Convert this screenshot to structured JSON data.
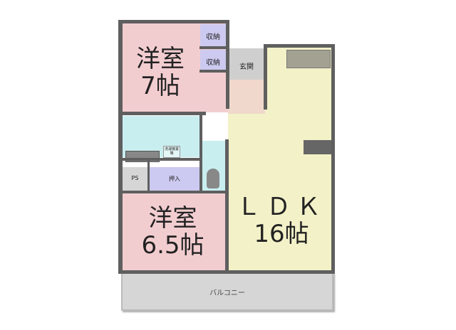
{
  "rooms": {
    "bedroom1": {
      "name": "洋室",
      "size": "7帖"
    },
    "closet1": "収納",
    "closet2": "収納",
    "entrance": "玄関",
    "ldk": {
      "name": "ＬＤＫ",
      "size": "16帖"
    },
    "laundry": "洗濯機置場",
    "ps": "PS",
    "oshiire": "押入",
    "bedroom2": {
      "name": "洋室",
      "size": "6.5帖"
    },
    "balcony": "バルコニー"
  },
  "colors": {
    "bedroom": "#f2cdd0",
    "closet": "#cccaf0",
    "entrance": "#cfcfcf",
    "ldk": "#f3f1c8",
    "wet": "#c9eef0",
    "wall": "#5f5f5f",
    "balcony": "#d6d6d6"
  }
}
